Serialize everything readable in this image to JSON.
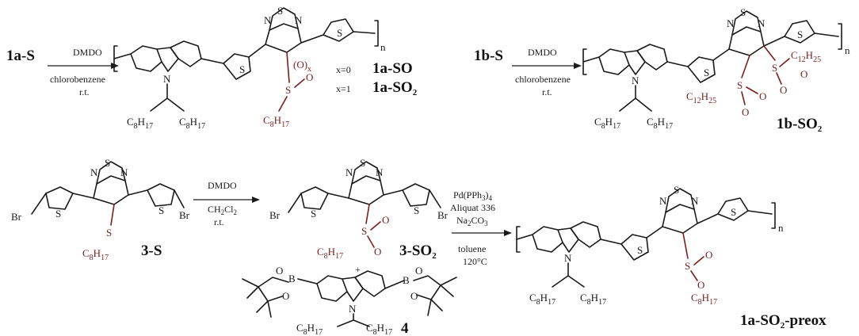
{
  "labels": {
    "r1_start": "1a-S",
    "r2_start": "1b-S",
    "prod_1a_so": "1a-SO",
    "prod_1a_so2": "1a-SO",
    "prod_1b_so2": "1b-SO",
    "r3_start": "3-S",
    "r3_prod": "3-SO",
    "r3_reagent": "4",
    "final_prod": "1a-SO",
    "final_suffix": "-preox",
    "sub2": "2"
  },
  "reagents": {
    "r1_line1": "DMDO",
    "r1_line2": "chlorobenzene",
    "r1_line3": "r.t.",
    "r2_line1": "DMDO",
    "r2_line2": "chlorobenzene",
    "r2_line3": "r.t.",
    "r3_line1": "DMDO",
    "r3_line2": "CH",
    "r3_line3": "r.t.",
    "r4_line1": "Pd(PPh",
    "r4_line2": "Aliquat 336",
    "r4_line3": "Na",
    "r4_line4": "toluene",
    "r4_line5": "120°C",
    "plus": "+"
  },
  "annotations": {
    "x0": "x=0",
    "x1": "x=1",
    "ox": "(O)",
    "ox_sub": "x",
    "n": "n"
  },
  "atoms": {
    "N": "N",
    "S": "S",
    "O": "O",
    "Br": "Br",
    "B": "B",
    "C8H17": "C8H17",
    "C12H25": "C12H25"
  },
  "colors": {
    "ink": "#1a1a1a",
    "side_chain": "#7a1f1f"
  }
}
